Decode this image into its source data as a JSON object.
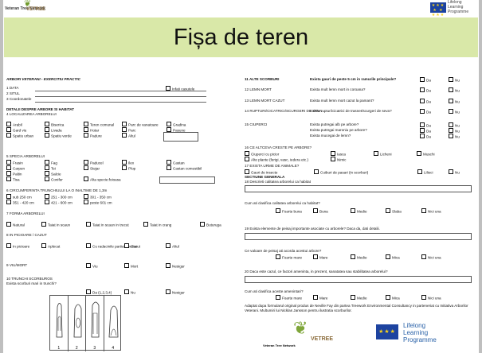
{
  "header": {
    "logo_left_tiny": "Veteran Tree Network",
    "logo_left_name": "VETREE",
    "logo_right_text": "Lifelong Learning Programme",
    "title": "Fișa de teren"
  },
  "left": {
    "heading": "ARBORI VETERANI - EXERCITIU PRACTIC",
    "data": "1 DATA",
    "ident": "Infati casutele",
    "situl": "2 SITUL",
    "coord": "3 Coordonatele",
    "detalii": "DETALII DESPRE ARBORE SI HABITAT",
    "localizarea": "4 LOCALIZAREA ARBORELUI",
    "loc_options": [
      [
        "Arabil",
        "Biserica",
        "Teren comunal",
        "Parc de vanatoare",
        "Gradina"
      ],
      [
        "Gard viu",
        "Livada",
        "Hotar",
        "Parc",
        "Pasune"
      ],
      [
        "Spatiu urban",
        "Spatiu verde",
        "Padure",
        "Altul",
        ""
      ]
    ],
    "specia": "5 SPECIA ARBORELUI",
    "species": [
      [
        "Frasin",
        "Fag",
        "Paducel",
        "Ilex",
        "Castan"
      ],
      [
        "Carpen",
        "Tei",
        "Stejar",
        "Plop",
        "Castan comestibil"
      ],
      [
        "Paltin",
        "Salcie",
        "",
        "",
        ""
      ],
      [
        "Tisa",
        "Conifer",
        "Alta specie:foioasa",
        "",
        ""
      ]
    ],
    "circ": "6 CIRCUMFERINTA TRUNCHIULUI LA O INALTIME DE 1,3m",
    "circ_opts": [
      [
        "sub 250 cm",
        "251 - 300 cm",
        "301 - 350 cm"
      ],
      [
        "351 - 420 cm",
        "421 - 600 cm",
        "peste 601 cm"
      ]
    ],
    "forma": "7 FORMA ARBORELUI",
    "forma_opts": [
      "Natural",
      "Taiat in scaun",
      "Taiat in scaun in trecut",
      "Taiat in crang",
      "Buturuga"
    ],
    "picioare": "8 IN PICIOARE / CAZUT",
    "picioare_opts": [
      "In picioare",
      "Aplecat",
      "Cu radacinile partial smulse",
      "Cazut",
      "Altul"
    ],
    "viu": "9 VIU/MORT",
    "viu_opts": [
      "Viu",
      "Mort",
      "Nesigur"
    ],
    "trunchi": "10 TRUNCHI SCORBUROS",
    "trunchi_q": "Exista scorburi mari in trunchi?",
    "trunchi_opts": [
      "Da (1,2,3,4)",
      "Nu",
      "Nesigur"
    ],
    "tree_numbers": [
      "1",
      "2",
      "3",
      "4"
    ]
  },
  "right": {
    "q11": "11 ALTE SCORBURI",
    "q11_text": "Exista gauri de peste 5 cm in ramurile principale?",
    "q12": "12 LEMN MORT",
    "q12_text": "Exista mult lemn mort in coroana?",
    "q13": "13 LEMN MORT CAZUT",
    "q13_text": "Exista mult lemn mort cazut la pamant?",
    "q14": "14 RUPTURI/CICATRICI/SCURGERI DE SEVA",
    "q14_text": "Exista rupturi/cicatrici de trasnet/scurgeri de seva?",
    "q15": "15 CIUPERCI",
    "q15_lines": [
      "Exista putregai alb pe arbore?",
      "Exista putregai maroniu pe arbore?",
      "Exista mucegai de lemn?"
    ],
    "q16": "16 CE ALTCEVA CRESTE PE ARBORE?",
    "q16_opts": [
      [
        "Ciuperci cu picior",
        "Iasca",
        "Licheni",
        "Muschi"
      ],
      [
        "Alte plante (ferigi, vasc, iedera etc.)",
        "Nimic",
        "",
        ""
      ]
    ],
    "q17": "17 EXISTA URME DE ANIMALE?",
    "q17_opts": [
      "Gauri de insecte",
      "Cuiburi de pasari (in scorburi)",
      "Lilieci",
      "Nu"
    ],
    "general": "SECTIUNE GENERALA",
    "q18": "18 Descrieti calitatea arborelui ca habitat",
    "q_hab": "Cum ati clasifica calitatea arborelui ca habitat?",
    "scale": [
      "Foarte buna",
      "Buna",
      "Medie",
      "Slaba",
      "Nici una"
    ],
    "q19": "19 Exista elemente de peisaj importante asociate cu arborele? Daca da, dati detalii.",
    "q_val": "Ce valoare de peisaj ati acorda acestui arbore?",
    "scale2": [
      "Foarte mare",
      "Mare",
      "Medie",
      "Mica",
      "Nici una"
    ],
    "q20": "20 Daca este cazul, ce factori ameninta, in prezent, sanatatea sau stabilitatea arborelui?",
    "q_am": "Cum ati clasifica aceste amenintari?",
    "adaptat": "Adaptat dupa formularul original produs de Neville Fay din partea Treework Environmental Consultancy in parteneriat cu Initiativa Arborilor Veterani. Multumiri lui Nicklas Jansson pentru ilustratia scorburilor.",
    "da": "Da",
    "nu": "Nu"
  },
  "footer": {
    "vet_tiny": "Veteran Tree Network",
    "vet_name": "VETREE",
    "lll": [
      "Lifelong",
      "Learning",
      "Programme"
    ]
  }
}
